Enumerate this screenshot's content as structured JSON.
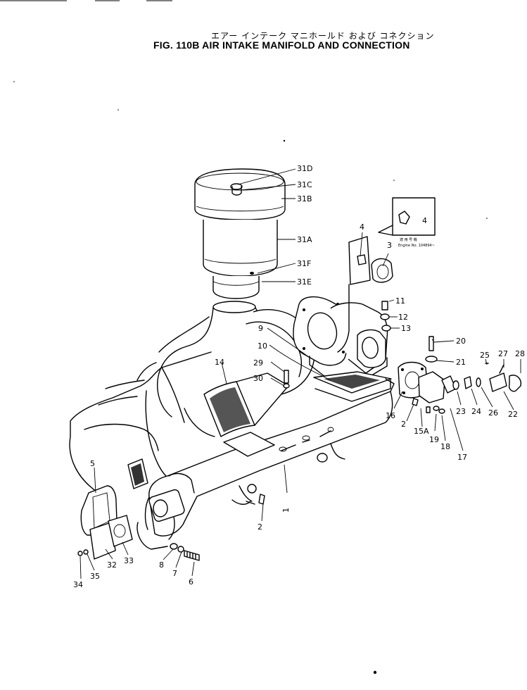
{
  "header": {
    "title_jp": "エアー インテーク マニホールド および コネクション",
    "title_en": "FIG. 110B  AIR INTAKE MANIFOLD AND CONNECTION"
  },
  "inset": {
    "note_jp": "適 用 号 機",
    "note_en": "Engine No. 104894~",
    "part_label": "4"
  },
  "part_labels": [
    {
      "id": "31d",
      "text": "31D"
    },
    {
      "id": "31c",
      "text": "31C"
    },
    {
      "id": "31b",
      "text": "31B"
    },
    {
      "id": "31a",
      "text": "31A"
    },
    {
      "id": "31f",
      "text": "31F"
    },
    {
      "id": "31e",
      "text": "31E"
    },
    {
      "id": "4",
      "text": "4"
    },
    {
      "id": "3",
      "text": "3"
    },
    {
      "id": "11",
      "text": "11"
    },
    {
      "id": "12",
      "text": "12"
    },
    {
      "id": "13",
      "text": "13"
    },
    {
      "id": "20",
      "text": "20"
    },
    {
      "id": "21",
      "text": "21"
    },
    {
      "id": "25",
      "text": "25"
    },
    {
      "id": "27",
      "text": "27"
    },
    {
      "id": "28",
      "text": "28"
    },
    {
      "id": "9",
      "text": "9"
    },
    {
      "id": "10",
      "text": "10"
    },
    {
      "id": "29",
      "text": "29"
    },
    {
      "id": "30",
      "text": "30"
    },
    {
      "id": "14",
      "text": "14"
    },
    {
      "id": "16",
      "text": "16"
    },
    {
      "id": "2a",
      "text": "2"
    },
    {
      "id": "15a",
      "text": "15A"
    },
    {
      "id": "19",
      "text": "19"
    },
    {
      "id": "18",
      "text": "18"
    },
    {
      "id": "17",
      "text": "17"
    },
    {
      "id": "23",
      "text": "23"
    },
    {
      "id": "24",
      "text": "24"
    },
    {
      "id": "26",
      "text": "26"
    },
    {
      "id": "22",
      "text": "22"
    },
    {
      "id": "5",
      "text": "5"
    },
    {
      "id": "1",
      "text": "1"
    },
    {
      "id": "2b",
      "text": "2"
    },
    {
      "id": "34",
      "text": "34"
    },
    {
      "id": "35",
      "text": "35"
    },
    {
      "id": "32",
      "text": "32"
    },
    {
      "id": "33",
      "text": "33"
    },
    {
      "id": "8",
      "text": "8"
    },
    {
      "id": "7",
      "text": "7"
    },
    {
      "id": "6",
      "text": "6"
    }
  ]
}
